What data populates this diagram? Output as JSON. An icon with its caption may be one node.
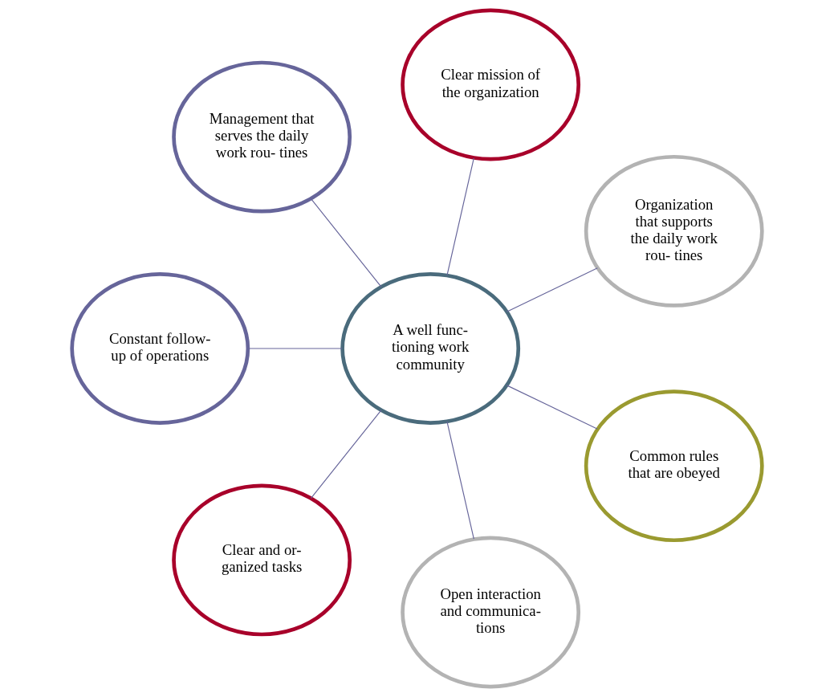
{
  "diagram": {
    "nodes": [
      {
        "text": [
          "Organization that supports the daily work rou- tines"
        ]
      },
      {
        "text": [
          "Clear mission of the organization"
        ]
      },
      {
        "text": [
          "Management that serves the daily work rou- tines"
        ]
      },
      {
        "text": [
          "A well func- tioning work community"
        ]
      },
      {
        "text": [
          "Constant follow- up of operations"
        ]
      },
      {
        "text": [
          "Clear and or- ganized tasks"
        ]
      },
      {
        "text": [
          "Open interaction and communica- tions"
        ]
      },
      {
        "text": [
          "Common rules that are obeyed"
        ]
      }
    ],
    "edges": [
      {
        "from": 3,
        "to": 0,
        "arrow": "none"
      },
      {
        "from": 3,
        "to": 2,
        "arrow": "none"
      },
      {
        "from": 3,
        "to": 5,
        "arrow": "none"
      },
      {
        "from": 3,
        "to": 7,
        "arrow": "none"
      },
      {
        "from": 3,
        "to": 6,
        "arrow": "none"
      },
      {
        "from": 3,
        "to": 4,
        "arrow": "none"
      },
      {
        "from": 3,
        "to": 1,
        "arrow": "none"
      }
    ]
  }
}
